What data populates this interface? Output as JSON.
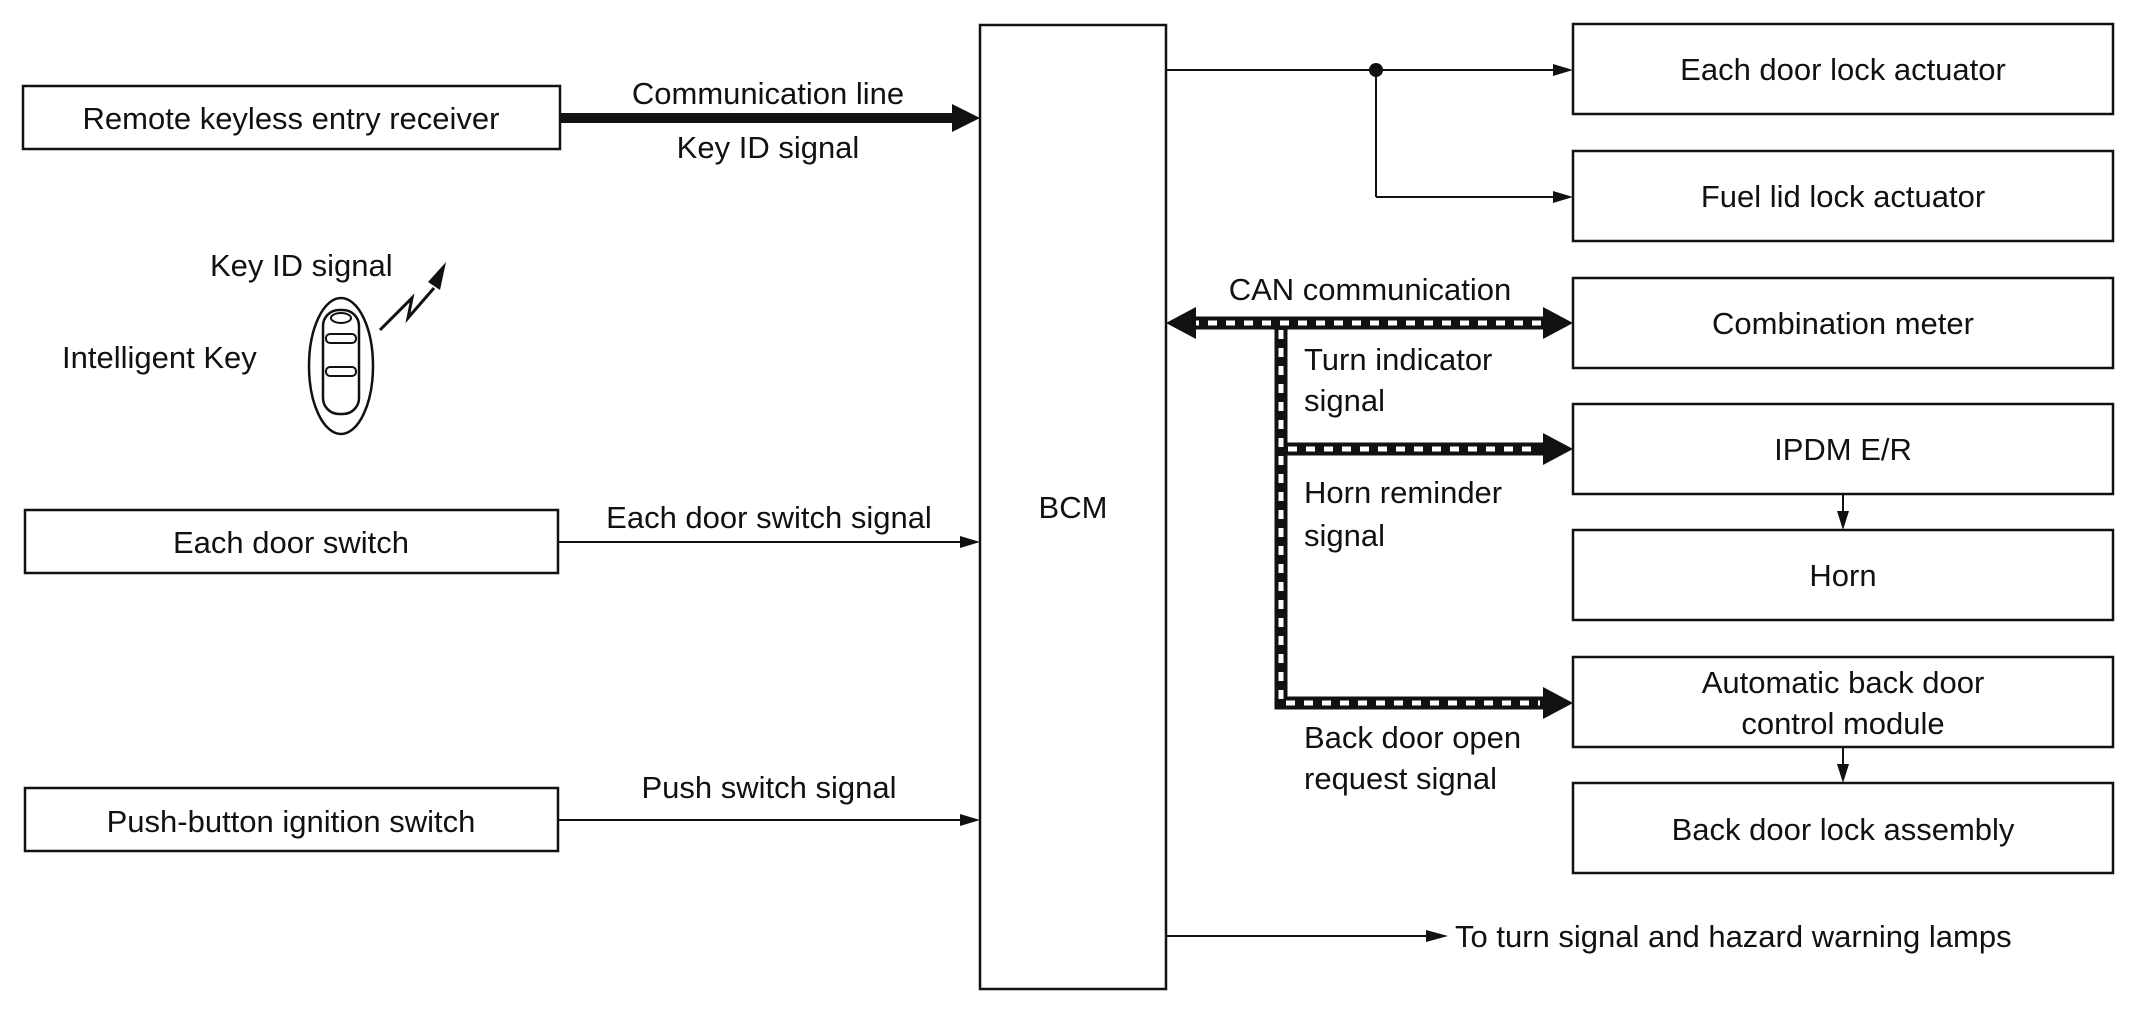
{
  "blocks": {
    "remote_receiver": "Remote keyless entry receiver",
    "intelligent_key": "Intelligent Key",
    "door_switch": "Each door switch",
    "push_button": "Push-button ignition switch",
    "bcm": "BCM",
    "door_lock_actuator": "Each door lock actuator",
    "fuel_lid_actuator": "Fuel lid lock actuator",
    "combination_meter": "Combination meter",
    "ipdm": "IPDM E/R",
    "horn": "Horn",
    "auto_back_door": [
      "Automatic back door",
      "control module"
    ],
    "back_door_lock": "Back door lock assembly"
  },
  "signals": {
    "communication_line": "Communication line",
    "key_id_signal": "Key ID signal",
    "key_id_signal_wireless": "Key ID signal",
    "door_switch_signal": "Each door switch signal",
    "push_switch_signal": "Push switch signal",
    "can_communication": "CAN communication",
    "turn_indicator": [
      "Turn indicator",
      "signal"
    ],
    "horn_reminder": [
      "Horn reminder",
      "signal"
    ],
    "back_door_request": [
      "Back door open",
      "request signal"
    ],
    "turn_lamps": "To turn signal and hazard warning lamps"
  },
  "icons": {
    "key_fob": "key-fob-icon",
    "wireless": "wireless-signal-icon"
  },
  "colors": {
    "line": "#111111",
    "background": "#ffffff"
  }
}
